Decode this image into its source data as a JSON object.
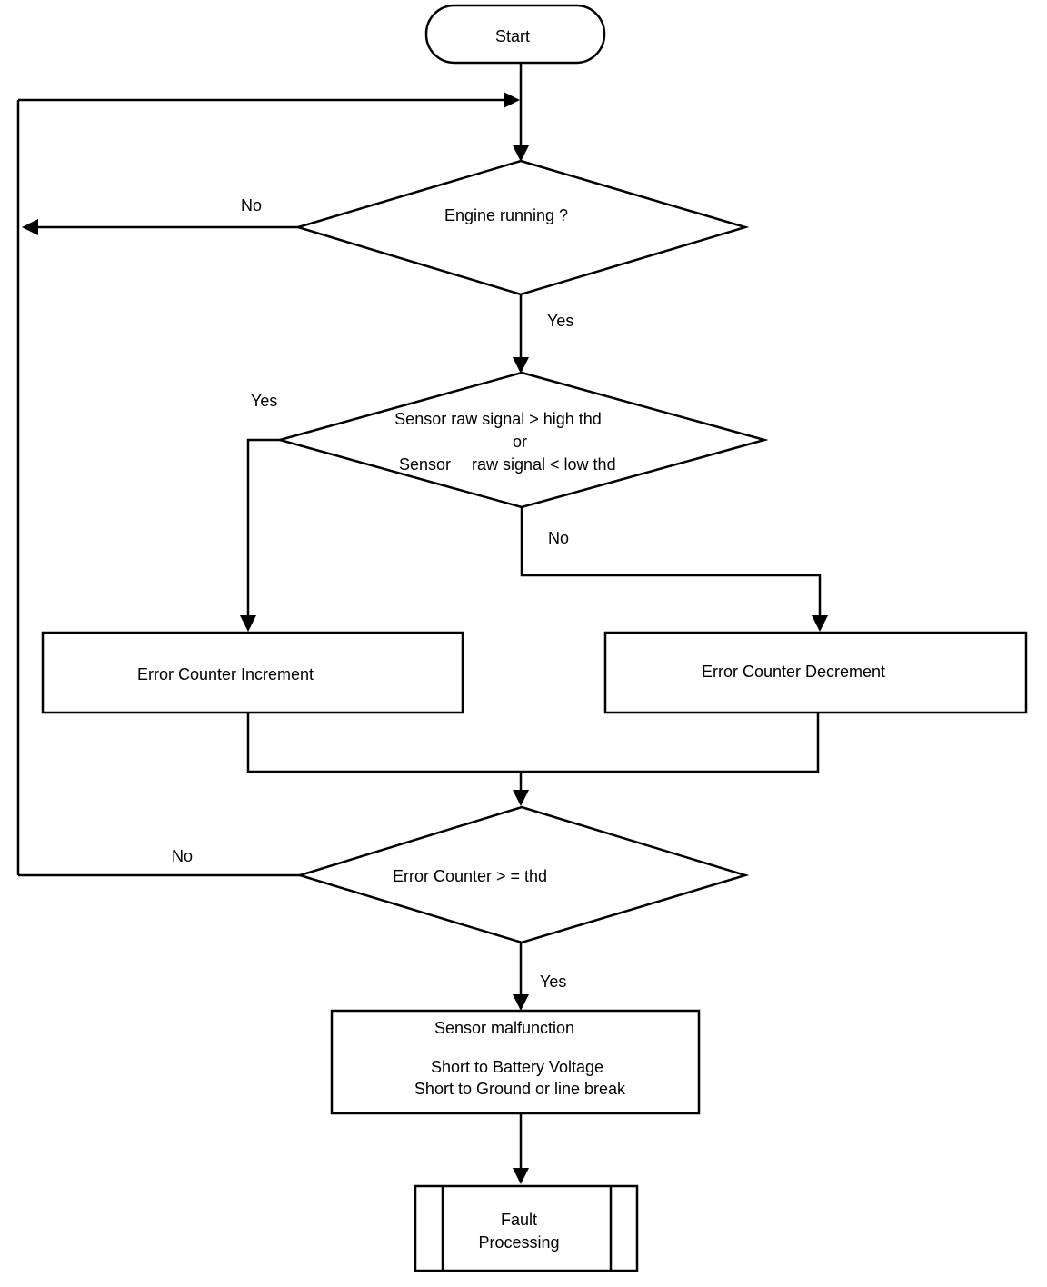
{
  "diagram": {
    "start": "Start",
    "decision_engine": "Engine running ?",
    "decision_engine_no": "No",
    "decision_engine_yes": "Yes",
    "decision_signal_line1": "Sensor raw signal > high thd",
    "decision_signal_line2": "or",
    "decision_signal_line3a": "Sensor",
    "decision_signal_line3b": "raw signal < low thd",
    "decision_signal_yes": "Yes",
    "decision_signal_no": "No",
    "process_increment": "Error Counter Increment",
    "process_decrement": "Error Counter Decrement",
    "decision_counter": "Error Counter > = thd",
    "decision_counter_no": "No",
    "decision_counter_yes": "Yes",
    "malfunction_title": "Sensor malfunction",
    "malfunction_line1": "Short to Battery Voltage",
    "malfunction_line2": "Short to Ground or  line break",
    "fault_line1": "Fault",
    "fault_line2": "Processing"
  }
}
